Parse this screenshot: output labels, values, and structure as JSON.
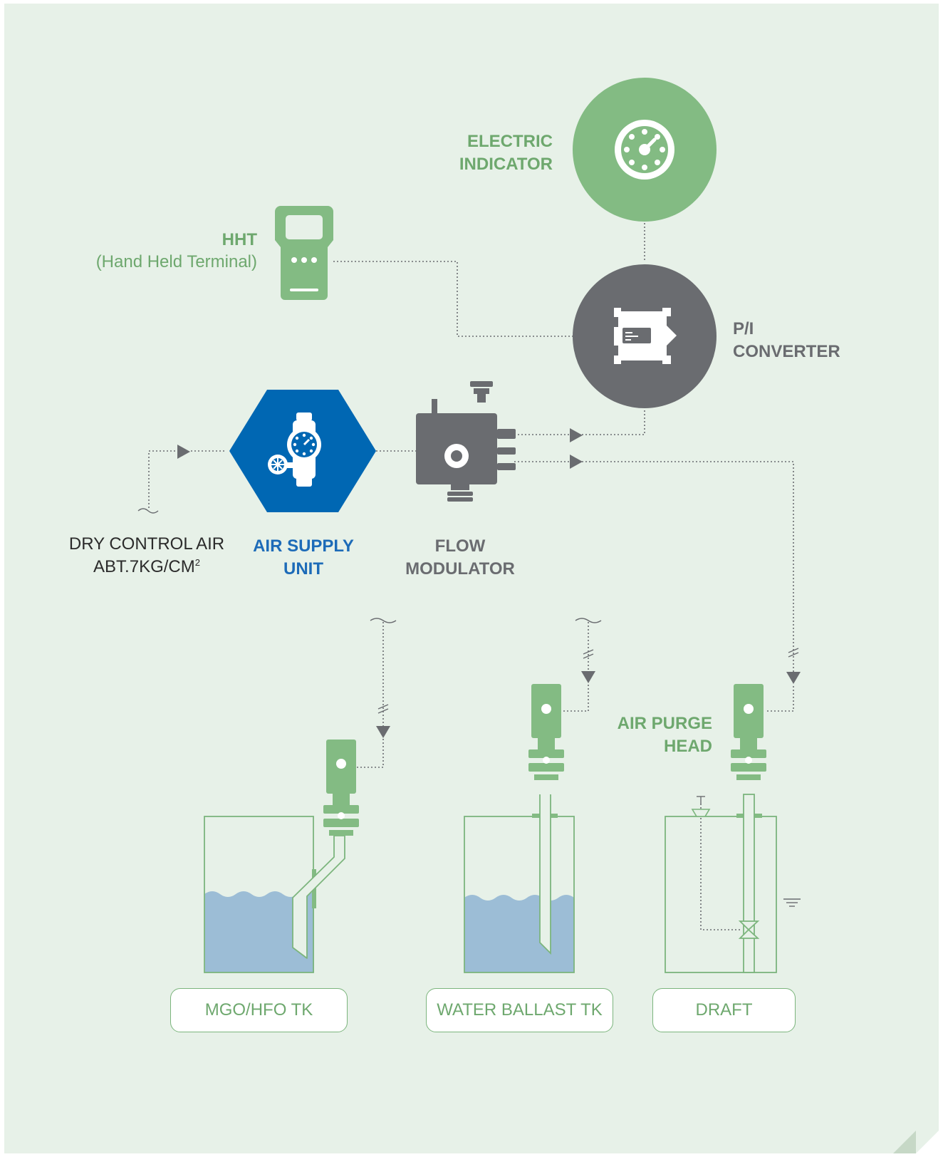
{
  "labels": {
    "electric_indicator": [
      "ELECTRIC",
      "INDICATOR"
    ],
    "hht_title": "HHT",
    "hht_subtitle": "(Hand Held Terminal)",
    "pi_converter": [
      "P/I",
      "CONVERTER"
    ],
    "dry_air_line1": "DRY CONTROL AIR",
    "dry_air_line2": "ABT.7KG/CM",
    "dry_air_sup": "2",
    "air_supply_unit": [
      "AIR SUPPLY",
      "UNIT"
    ],
    "flow_modulator": [
      "FLOW",
      "MODULATOR"
    ],
    "air_purge_head": [
      "AIR PURGE",
      "HEAD"
    ]
  },
  "tanks": [
    "MGO/HFO TK",
    "WATER BALLAST TK",
    "DRAFT"
  ],
  "colors": {
    "background": "#e7f1e8",
    "green": "#83bb83",
    "green_text": "#6ea86e",
    "gray": "#6a6c70",
    "blue": "#0067b3",
    "water": "#9cbdd6",
    "line": "#6a6c70"
  },
  "icons": [
    "gauge-icon",
    "handheld-terminal-icon",
    "converter-icon",
    "air-supply-icon",
    "flow-modulator-icon",
    "purge-head-icon"
  ]
}
